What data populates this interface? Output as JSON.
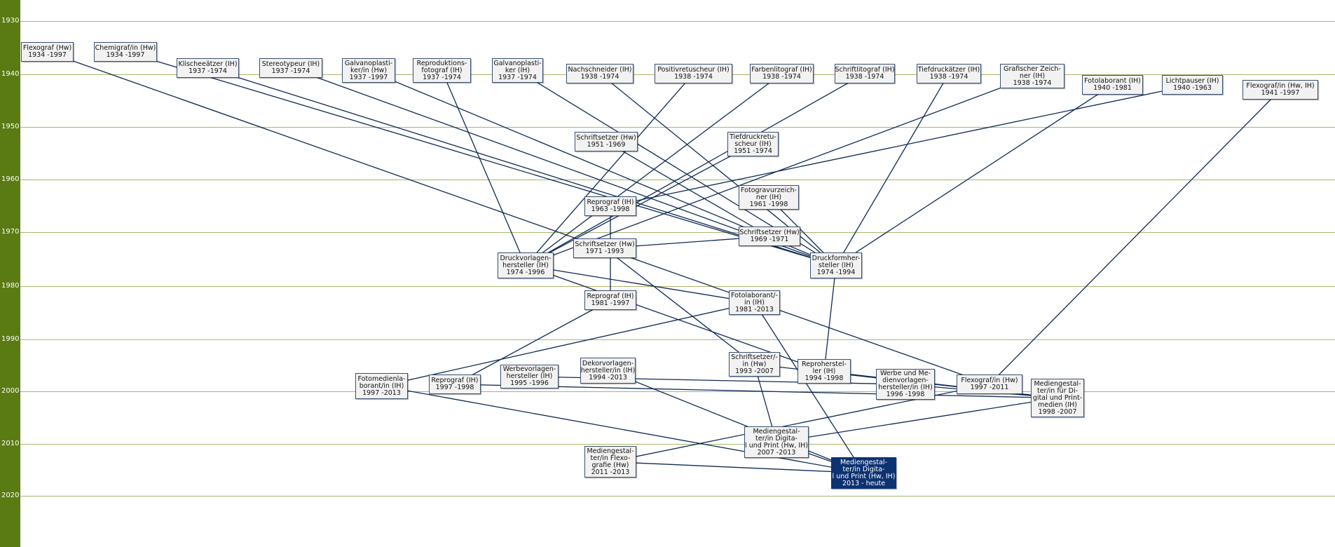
{
  "timeline": {
    "years": [
      "1930",
      "1940",
      "1950",
      "1960",
      "1970",
      "1980",
      "1990",
      "2000",
      "2010",
      "2020"
    ],
    "axis_color": "#5a7a14",
    "line_color": "#0f2a55"
  },
  "nodes": [
    {
      "id": "flexograf-hw",
      "lines": [
        "Flexograf (Hw)",
        "1934 -1997"
      ]
    },
    {
      "id": "chemigraf-hw",
      "lines": [
        "Chemigraf/in (Hw)",
        "1934 -1997"
      ]
    },
    {
      "id": "klischeeaetzer-ih",
      "lines": [
        "Klischeeätzer (IH)",
        "1937 -1974"
      ]
    },
    {
      "id": "stereotypeur-ih",
      "lines": [
        "Stereotypeur (IH)",
        "1937 -1974"
      ]
    },
    {
      "id": "galvanoplastiker-hw",
      "lines": [
        "Galvanoplasti-",
        "ker/in (Hw)",
        "1937 -1997"
      ]
    },
    {
      "id": "reproduktionsfotograf-ih",
      "lines": [
        "Reproduktions-",
        "fotograf (IH)",
        "1937 -1974"
      ]
    },
    {
      "id": "galvanoplastiker-ih",
      "lines": [
        "Galvanoplasti-",
        "ker (IH)",
        "1937 -1974"
      ]
    },
    {
      "id": "nachschneider-ih",
      "lines": [
        "Nachschneider (IH)",
        "1938 -1974"
      ]
    },
    {
      "id": "positivretuscheur-ih",
      "lines": [
        "Positivretuscheur (IH)",
        "1938 -1974"
      ]
    },
    {
      "id": "farbenlitograf-ih",
      "lines": [
        "Farbenlitograf (IH)",
        "1938 -1974"
      ]
    },
    {
      "id": "schriftlitograf-ih",
      "lines": [
        "Schriftlitograf (IH)",
        "1938 -1974"
      ]
    },
    {
      "id": "tiefdruckaetzer-ih",
      "lines": [
        "Tiefdruckätzer (IH)",
        "1938 -1974"
      ]
    },
    {
      "id": "grafischer-zeichner-ih",
      "lines": [
        "Grafischer Zeich-",
        "ner (IH)",
        "1938 -1974"
      ]
    },
    {
      "id": "fotolaborant-ih-1940",
      "lines": [
        "Fotolaborant (IH)",
        "1940 -1981"
      ]
    },
    {
      "id": "lichtpauser-ih",
      "lines": [
        "Lichtpauser (IH)",
        "1940 -1963"
      ]
    },
    {
      "id": "flexograf-hw-ih",
      "lines": [
        "Flexograf/in (Hw, IH)",
        "1941 -1997"
      ]
    },
    {
      "id": "schriftsetzer-hw-1951",
      "lines": [
        "Schriftsetzer (Hw)",
        "1951 -1969"
      ]
    },
    {
      "id": "tiefdruckretuscheur-ih",
      "lines": [
        "Tiefdruckretu-",
        "scheur (IH)",
        "1951 -1974"
      ]
    },
    {
      "id": "fotogravurzeichner-ih",
      "lines": [
        "Fotogravurzeich-",
        "ner (IH)",
        "1961 -1998"
      ]
    },
    {
      "id": "reprograf-ih-1963",
      "lines": [
        "Reprograf (IH)",
        "1963 -1998"
      ]
    },
    {
      "id": "schriftsetzer-hw-1969",
      "lines": [
        "Schriftsetzer (Hw)",
        "1969 -1971"
      ]
    },
    {
      "id": "schriftsetzer-hw-1971",
      "lines": [
        "Schriftsetzer (Hw)",
        "1971 -1993"
      ]
    },
    {
      "id": "druckvorlagenhersteller-ih",
      "lines": [
        "Druckvorlagen-",
        "hersteller (IH)",
        "1974 -1996"
      ]
    },
    {
      "id": "druckformhersteller-ih",
      "lines": [
        "Druckformher-",
        "steller (IH)",
        "1974 -1994"
      ]
    },
    {
      "id": "reprograf-ih-1981",
      "lines": [
        "Reprograf (IH)",
        "1981 -1997"
      ]
    },
    {
      "id": "fotolaborant-in-ih-1981",
      "lines": [
        "Fotolaborant/-",
        "in (IH)",
        "1981 -2013"
      ]
    },
    {
      "id": "schriftsetzer-in-hw-1993",
      "lines": [
        "Schriftsetzer/-",
        "in (Hw)",
        "1993 -2007"
      ]
    },
    {
      "id": "reproherstel-ih",
      "lines": [
        "Reproherstel-",
        "ler (IH)",
        "1994 -1998"
      ]
    },
    {
      "id": "dekorvorlagenhersteller-ih",
      "lines": [
        "Dekorvorlagen-",
        "hersteller/in (IH)",
        "1994 -2013"
      ]
    },
    {
      "id": "werbevorlagenhersteller-ih",
      "lines": [
        "Werbevorlagen-",
        "hersteller (IH)",
        "1995 -1996"
      ]
    },
    {
      "id": "werbe-medienvorlagenhersteller-ih",
      "lines": [
        "Werbe und Me-",
        "dienvorlagen-",
        "hersteller/in (IH)",
        "1996 -1998"
      ]
    },
    {
      "id": "fotomedienlaborant-ih",
      "lines": [
        "Fotomedienla-",
        "borant/in (IH)",
        "1997 -2013"
      ]
    },
    {
      "id": "reprograf-ih-1997",
      "lines": [
        "Reprograf (IH)",
        "1997 -1998"
      ]
    },
    {
      "id": "flexograf-hw-1997",
      "lines": [
        "Flexograf/in (Hw)",
        "1997 -2011"
      ]
    },
    {
      "id": "mediengestalter-digital-print-medien-ih",
      "lines": [
        "Mediengestal-",
        "ter/in für Di-",
        "gital und Print-",
        "medien  (IH)",
        "1998 -2007"
      ]
    },
    {
      "id": "mediengestalter-digital-print-2007",
      "lines": [
        "Mediengestal-",
        "ter/in Digita-",
        "l und Print (Hw, IH)",
        "2007 -2013"
      ]
    },
    {
      "id": "mediengestalter-flexografie-hw",
      "lines": [
        "Mediengestal-",
        "ter/in Flexo-",
        "grafie (Hw)",
        "2011 -2013"
      ]
    },
    {
      "id": "mediengestalter-digital-print-2013",
      "lines": [
        "Mediengestal-",
        "ter/in Digita-",
        "l und Print (Hw, IH)",
        "2013 - heute"
      ]
    }
  ]
}
